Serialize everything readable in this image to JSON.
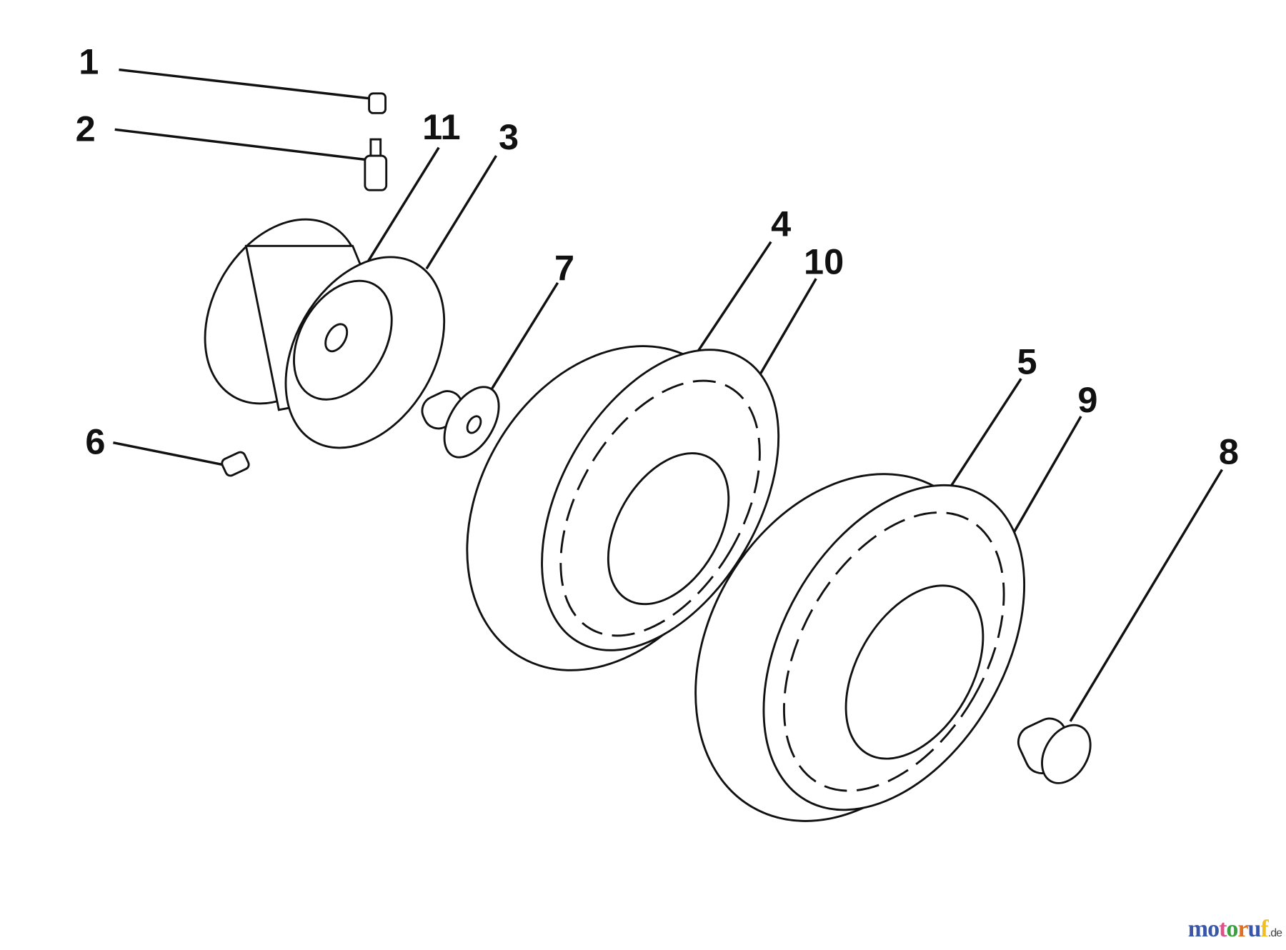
{
  "diagram": {
    "callouts": [
      "1",
      "2",
      "11",
      "3",
      "4",
      "10",
      "7",
      "6",
      "5",
      "9",
      "8"
    ]
  },
  "logo": {
    "letters": [
      "m",
      "o",
      "t",
      "o",
      "r",
      "u",
      "f"
    ],
    "suffix": ".de",
    "colors": [
      "#3a56a8",
      "#3a56a8",
      "#e0508a",
      "#3aa040",
      "#e07020",
      "#3a56a8",
      "#f0c020"
    ]
  }
}
